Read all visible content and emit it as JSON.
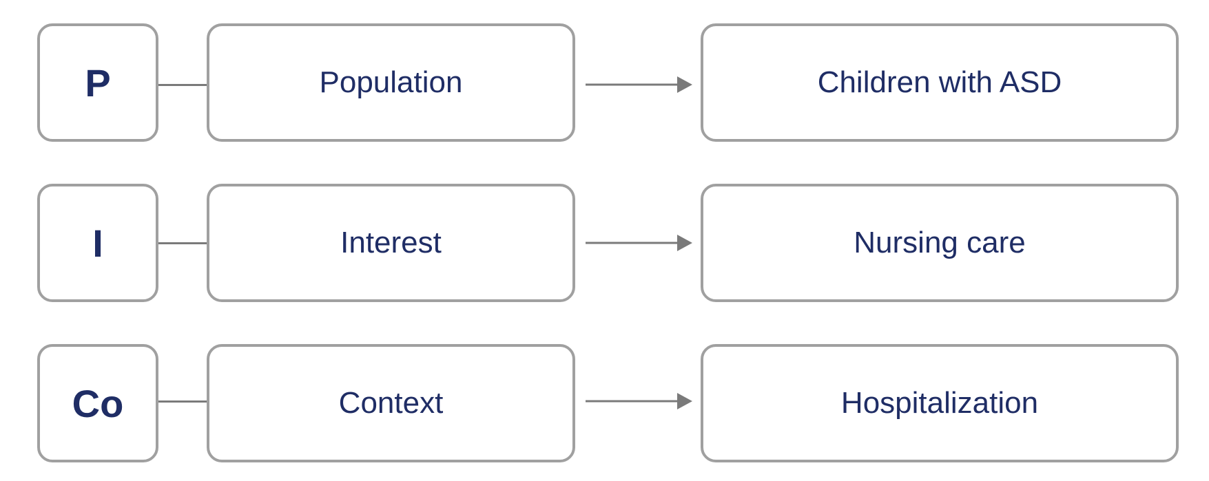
{
  "rows": [
    {
      "letter": "P",
      "term": "Population",
      "value": "Children with ASD"
    },
    {
      "letter": "I",
      "term": "Interest",
      "value": "Nursing care"
    },
    {
      "letter": "Co",
      "term": "Context",
      "value": "Hospitalization"
    }
  ],
  "colors": {
    "text": "#1f2d65",
    "border": "#a0a0a0",
    "line": "#7a7a7a"
  }
}
